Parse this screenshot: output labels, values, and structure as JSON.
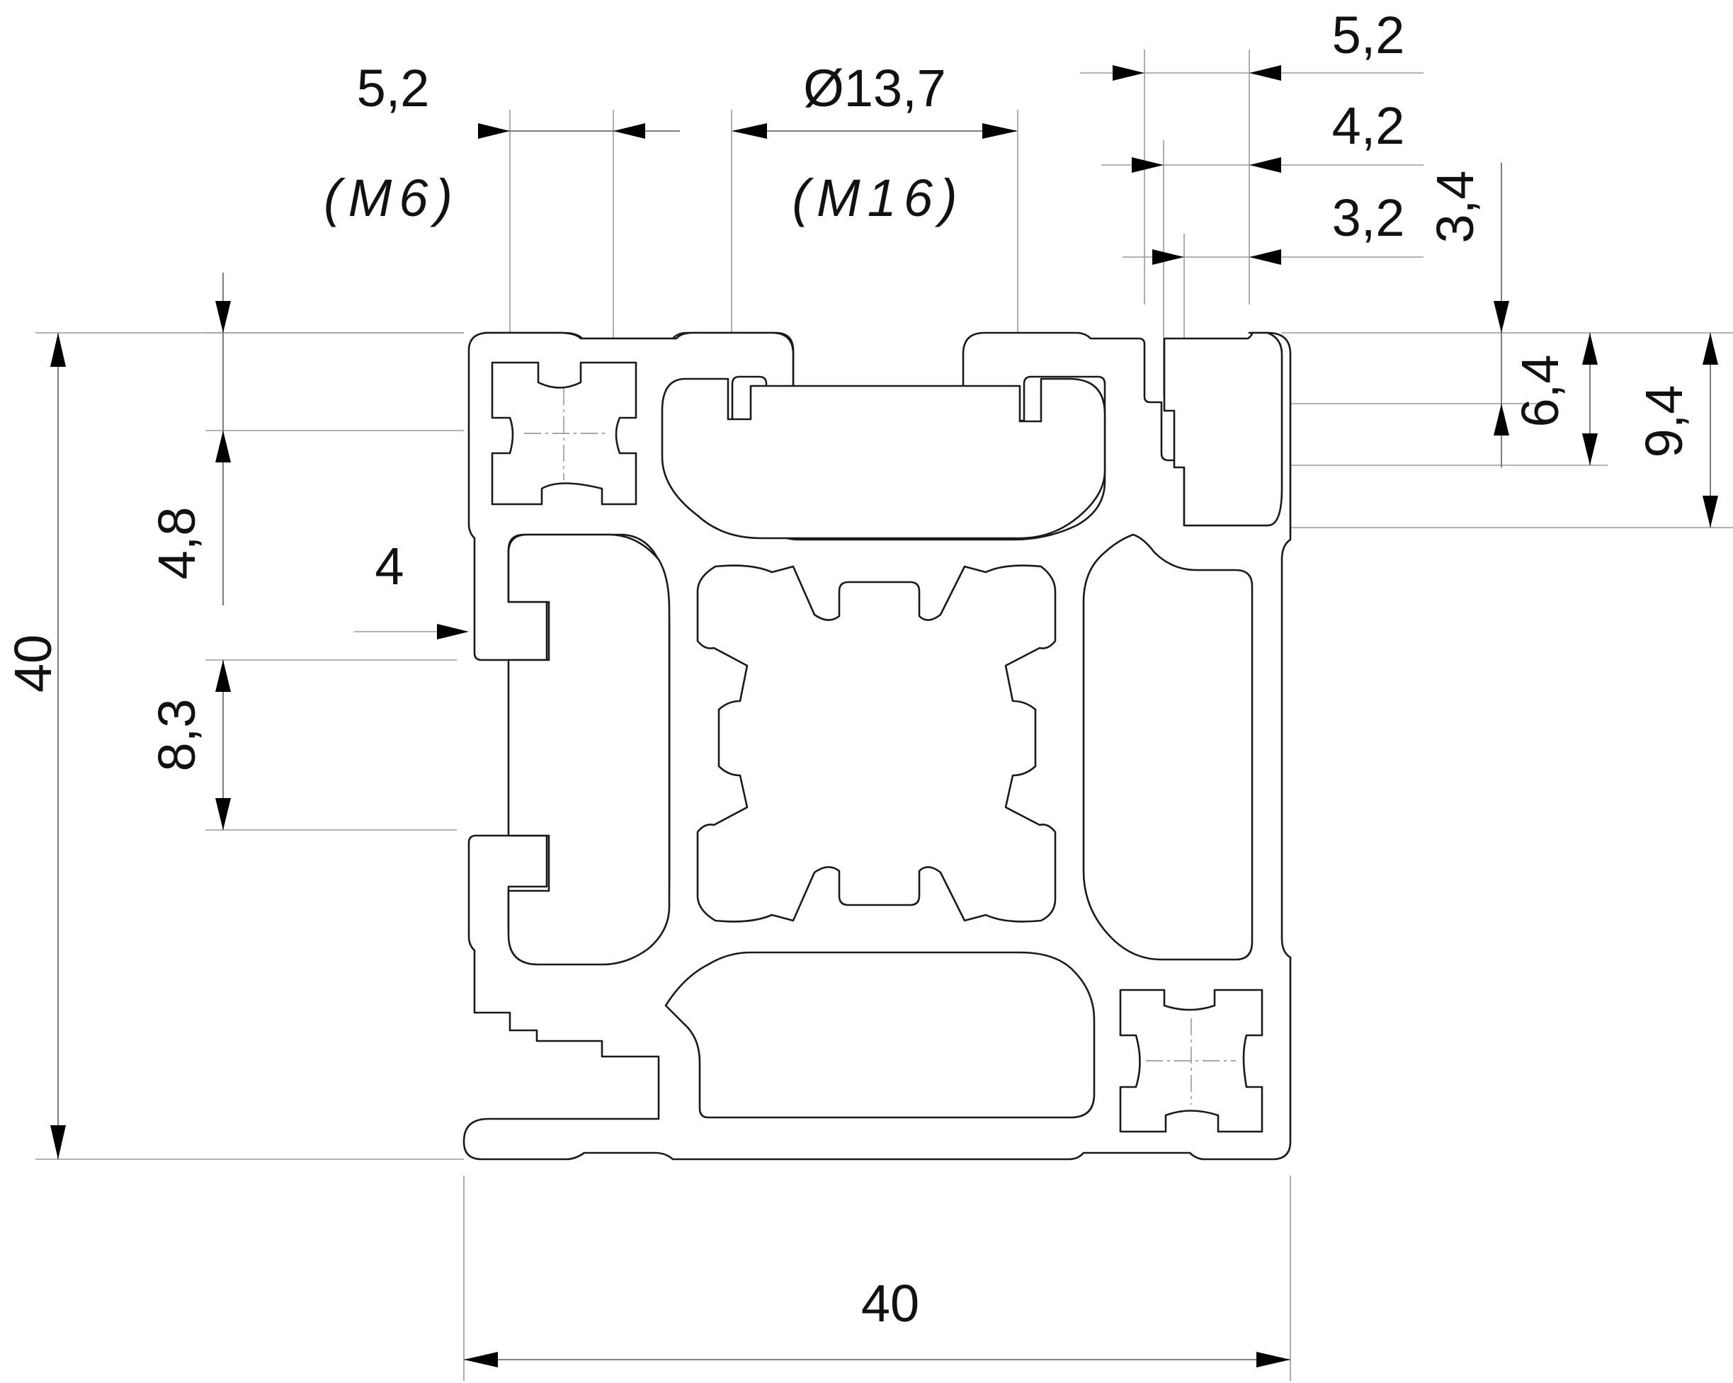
{
  "drawing": {
    "labels": {
      "slot_left_width": "5,2",
      "slot_left_thread": "(M6)",
      "center_bore": "Ø13,7",
      "center_thread": "(M16)",
      "top_right_1": "5,2",
      "top_right_2": "4,2",
      "top_right_3": "3,2",
      "vertical_small": "3,4",
      "right_depth_1": "6,4",
      "right_depth_2": "9,4",
      "left_slot_depth": "4,8",
      "wall_thickness": "4",
      "left_slot_opening": "8,3",
      "overall_height": "40",
      "overall_width": "40"
    },
    "colors": {
      "outline": "#1a1a1a",
      "dimension": "#6f6f6f",
      "background": "#ffffff"
    }
  }
}
